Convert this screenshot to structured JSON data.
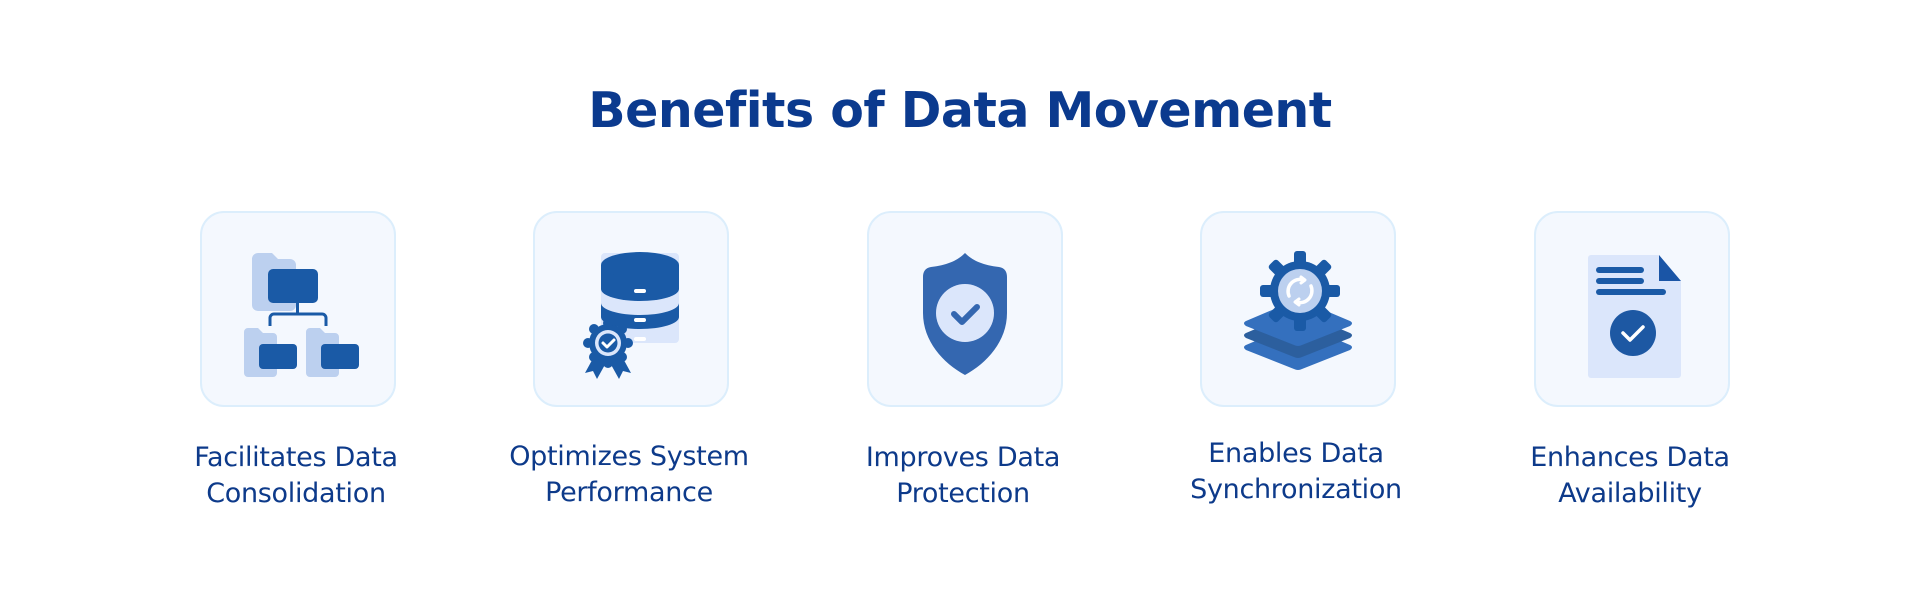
{
  "header": {
    "title": "Benefits of Data Movement"
  },
  "colors": {
    "title": "#0b3a8e",
    "label": "#0d3a8a",
    "card_fill": "#f4f8fe",
    "card_border": "#dceefc",
    "icon_primary": "#1a5aa6",
    "icon_light": "#bcd0ef",
    "icon_pale": "#dbe6fb"
  },
  "benefits": [
    {
      "icon": "folder-hierarchy-icon",
      "line1": "Facilitates Data",
      "line2": "Consolidation"
    },
    {
      "icon": "database-award-icon",
      "line1": "Optimizes System",
      "line2": "Performance"
    },
    {
      "icon": "shield-check-icon",
      "line1": "Improves Data",
      "line2": "Protection"
    },
    {
      "icon": "gear-sync-layers-icon",
      "line1": "Enables Data",
      "line2": "Synchronization"
    },
    {
      "icon": "document-check-icon",
      "line1": "Enhances Data",
      "line2": "Availability"
    }
  ]
}
